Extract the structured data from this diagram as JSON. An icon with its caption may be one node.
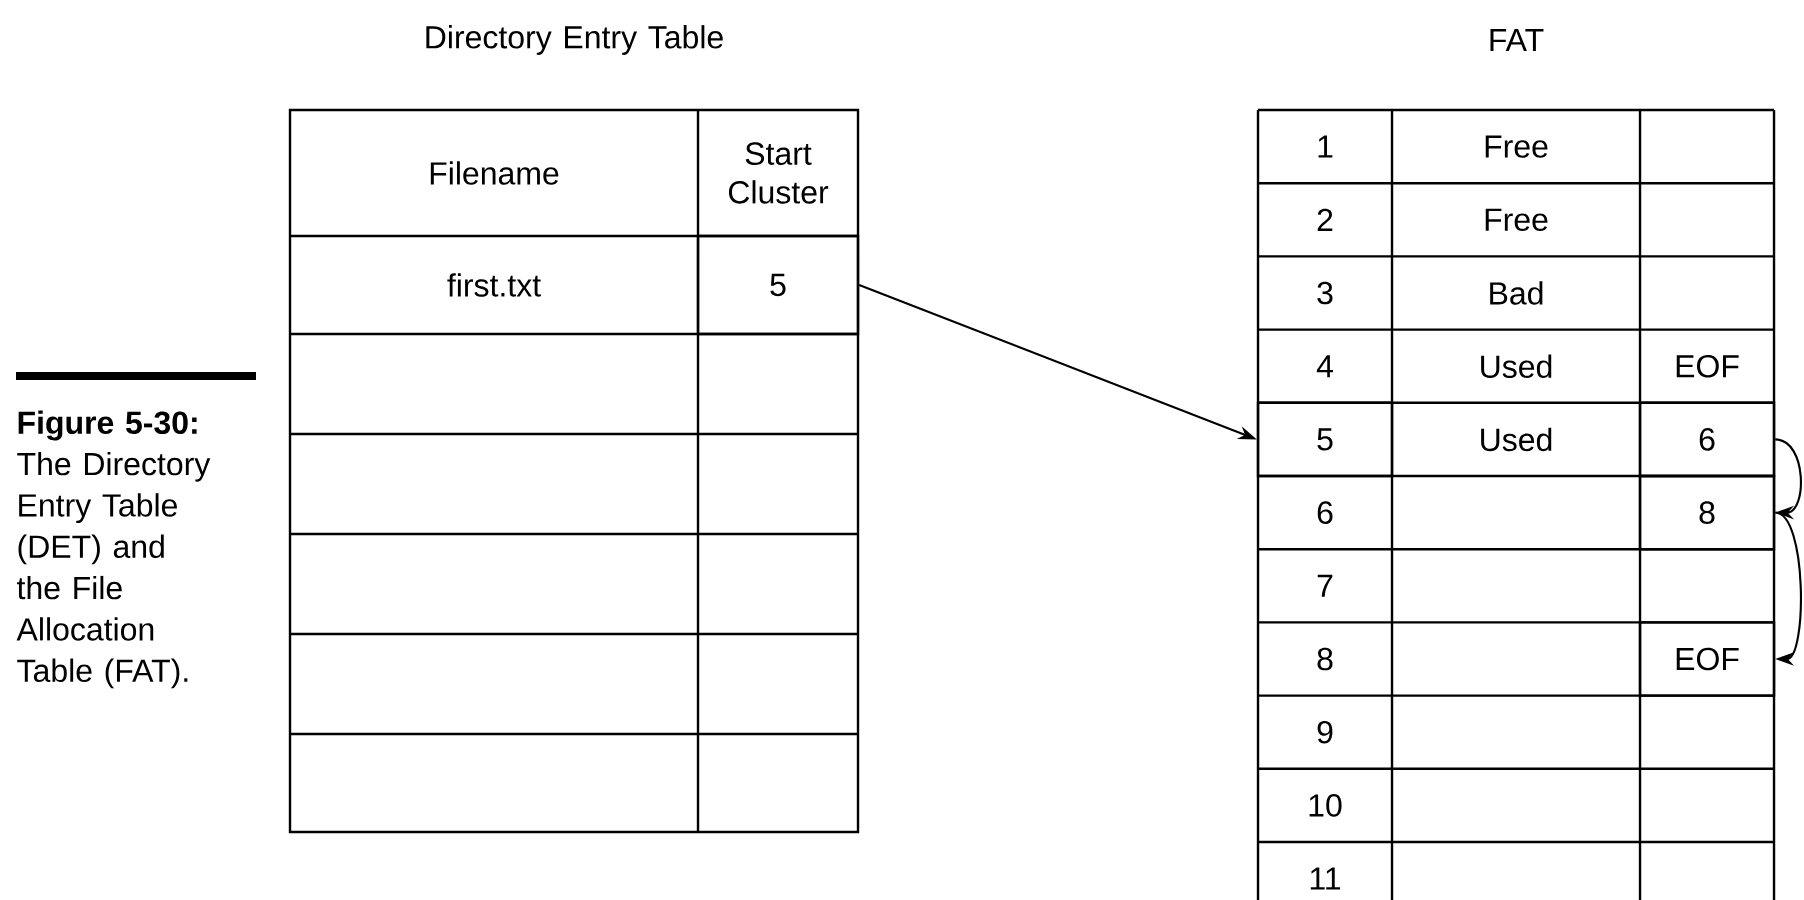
{
  "diagram": {
    "caption": "**Figure 5-30:** The Directory Entry Table (DET) and the File Allocation Table (FAT).",
    "nodes": [
      {
        "text": [
          "5"
        ]
      },
      {
        "text": [
          "5"
        ]
      },
      {
        "text": [
          "6"
        ]
      },
      {
        "text": [
          "8"
        ]
      },
      {
        "text": [
          "EOF"
        ]
      }
    ],
    "edges": [
      {
        "from": 0,
        "to": 1,
        "arrow": "to"
      },
      {
        "from": 2,
        "to": 3,
        "arrow": "to"
      },
      {
        "from": 3,
        "to": 4,
        "arrow": "to"
      }
    ],
    "labels": [
      "Directory Entry Table",
      "FAT",
      "Filename",
      "Start Cluster",
      "first.txt",
      "1",
      "Free",
      "2",
      "Free",
      "3",
      "Bad",
      "4",
      "Used",
      "EOF",
      "Used",
      "6",
      "7",
      "8",
      "9",
      "10",
      "11"
    ]
  }
}
